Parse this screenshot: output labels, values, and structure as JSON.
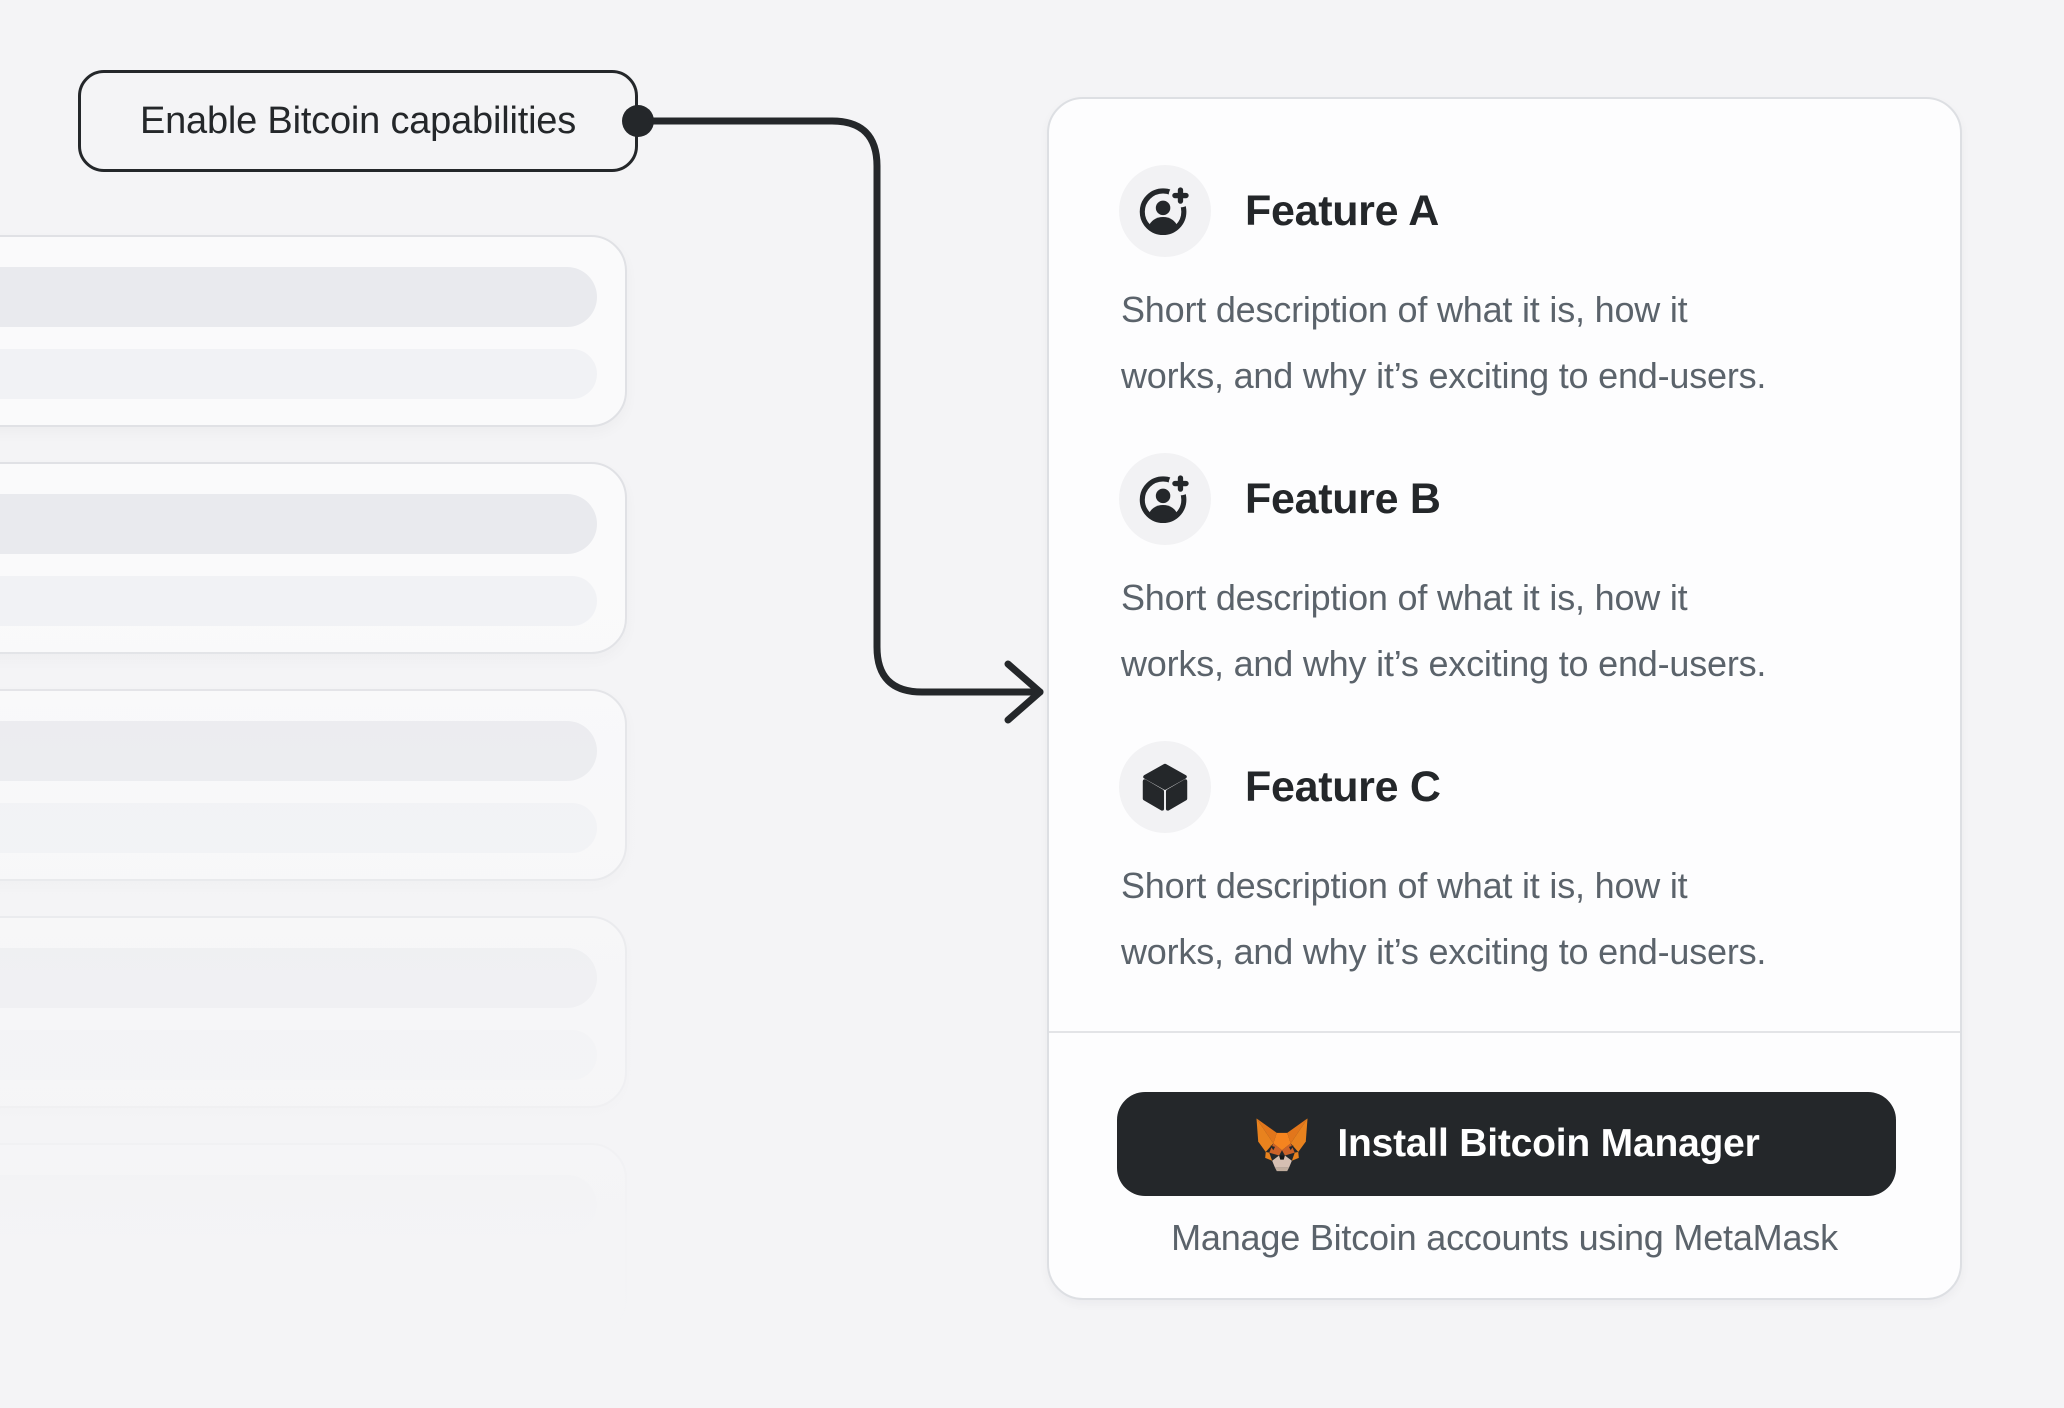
{
  "callout": {
    "label": "Enable Bitcoin capabilities"
  },
  "panel": {
    "features": [
      {
        "title": "Feature A",
        "icon": "user-plus-icon",
        "description_line1": "Short description of what it is, how it",
        "description_line2": "works, and why it’s exciting to end-users."
      },
      {
        "title": "Feature B",
        "icon": "user-plus-icon",
        "description_line1": "Short description of what it is, how it",
        "description_line2": "works, and why it’s exciting to end-users."
      },
      {
        "title": "Feature C",
        "icon": "cube-icon",
        "description_line1": "Short description of what it is, how it",
        "description_line2": "works, and why it’s exciting to end-users."
      }
    ],
    "install_button": {
      "label": "Install Bitcoin Manager",
      "icon": "metamask-fox-icon"
    },
    "caption": "Manage Bitcoin accounts using MetaMask"
  },
  "colors": {
    "ink": "#24272a",
    "muted_text": "#5b636b",
    "fox_orange": "#f5841f",
    "page_background": "#f4f4f6"
  }
}
